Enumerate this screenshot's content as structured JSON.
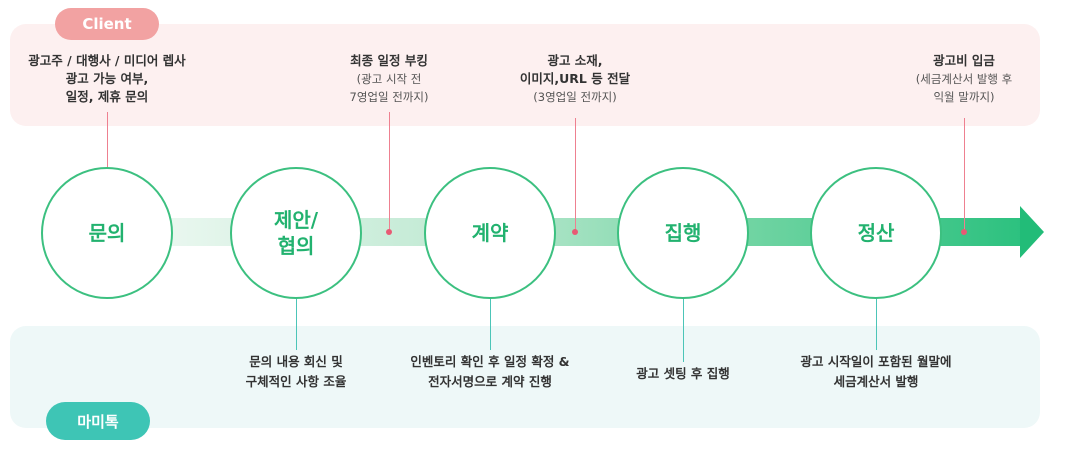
{
  "client_label": "Client",
  "mamitalk_label": "마미톡",
  "steps": {
    "inquiry": "문의",
    "proposal": "제안/\n협의",
    "contract": "계약",
    "execution": "집행",
    "settlement": "정산"
  },
  "client_notes": {
    "inquiry": "광고주 / 대행사 / 미디어 렙사\n광고 가능 여부,\n일정, 제휴 문의",
    "booking_main": "최종 일정 부킹",
    "booking_sub": "(광고 시작 전\n7영업일 전까지)",
    "material_main": "광고 소재,\n이미지,URL 등 전달",
    "material_sub": "(3영업일 전까지)",
    "payment_main": "광고비 입금",
    "payment_sub": "(세금계산서 발행 후\n익월 말까지)"
  },
  "mamitalk_notes": {
    "proposal": "문의 내용 회신 및\n구체적인 사항 조율",
    "contract": "인벤토리 확인 후 일정 확정 &\n전자서명으로 계약 진행",
    "execution": "광고 셋팅 후 집행",
    "settlement": "광고 시작일이 포함된 월말에\n세금계산서 발행"
  },
  "colors": {
    "client_band": "#fdf0f0",
    "client_pill": "#f2a2a2",
    "mamitalk_band": "#eef8f8",
    "mamitalk_pill": "#3ec5b5",
    "step_text": "#22b26f",
    "arrow_end": "#22bc78"
  }
}
